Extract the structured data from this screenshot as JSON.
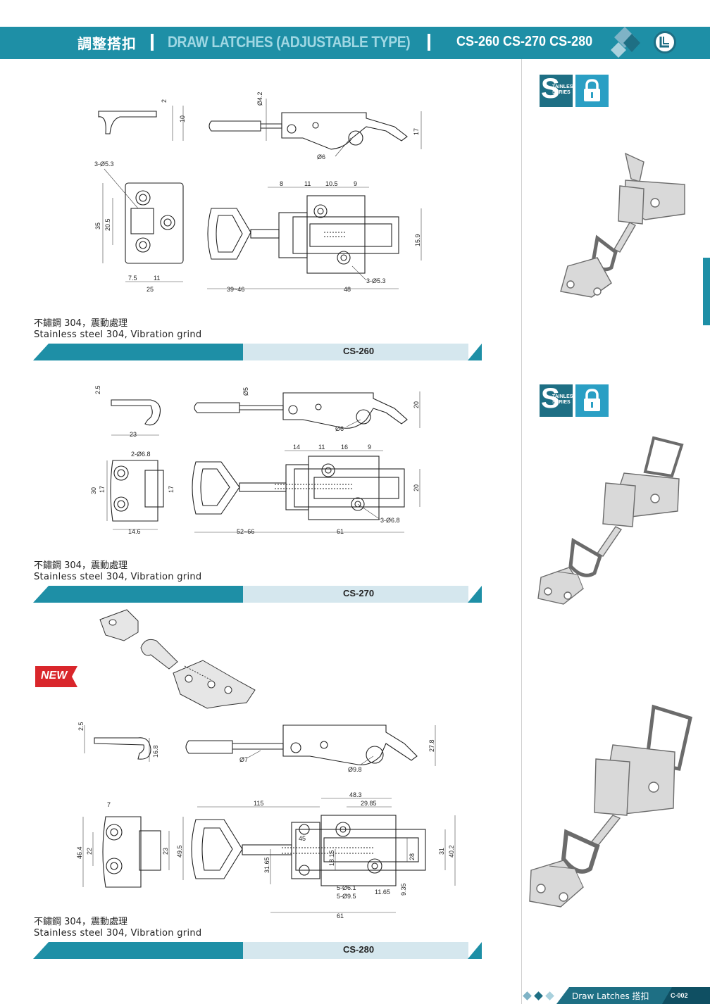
{
  "header": {
    "title_zh": "調整搭扣",
    "title_en": "DRAW LATCHES (ADJUSTABLE TYPE)",
    "models": "CS-260  CS-270  CS-280"
  },
  "badges": {
    "stainless_letter": "S",
    "stainless_text_1": "TAINLESS",
    "stainless_text_2": "SERIES"
  },
  "products": [
    {
      "model": "CS-260",
      "material_zh": "不鏽鋼 304，震動處理",
      "material_en": "Stainless steel 304, Vibration grind",
      "dims": [
        "2",
        "10",
        "Ø4.2",
        "17",
        "Ø6",
        "3-Ø5.3",
        "8",
        "11",
        "10.5",
        "9",
        "35",
        "20.5",
        "7.5",
        "11",
        "25",
        "39~46",
        "48",
        "15.9",
        "3-Ø5.3"
      ]
    },
    {
      "model": "CS-270",
      "material_zh": "不鏽鋼 304，震動處理",
      "material_en": "Stainless steel 304, Vibration grind",
      "dims": [
        "2.5",
        "23",
        "Ø5",
        "20",
        "Ø6",
        "2-Ø6.8",
        "14",
        "11",
        "16",
        "9",
        "30",
        "17",
        "17",
        "14.6",
        "52~66",
        "61",
        "20",
        "3-Ø6.8"
      ]
    },
    {
      "model": "CS-280",
      "material_zh": "不鏽鋼 304，震動處理",
      "material_en": "Stainless steel 304, Vibration grind",
      "new_label": "NEW",
      "dims": [
        "2.5",
        "16.8",
        "Ø7",
        "Ø9.8",
        "27.8",
        "7",
        "46.4",
        "22",
        "23",
        "49.5",
        "115",
        "48.3",
        "29.85",
        "45",
        "31.65",
        "18.15",
        "28",
        "31",
        "40.2",
        "5-Ø6.1",
        "5-Ø9.5",
        "11.65",
        "9.35",
        "61"
      ]
    }
  ],
  "footer": {
    "label": "Draw Latches 搭扣",
    "page": "C-002"
  }
}
